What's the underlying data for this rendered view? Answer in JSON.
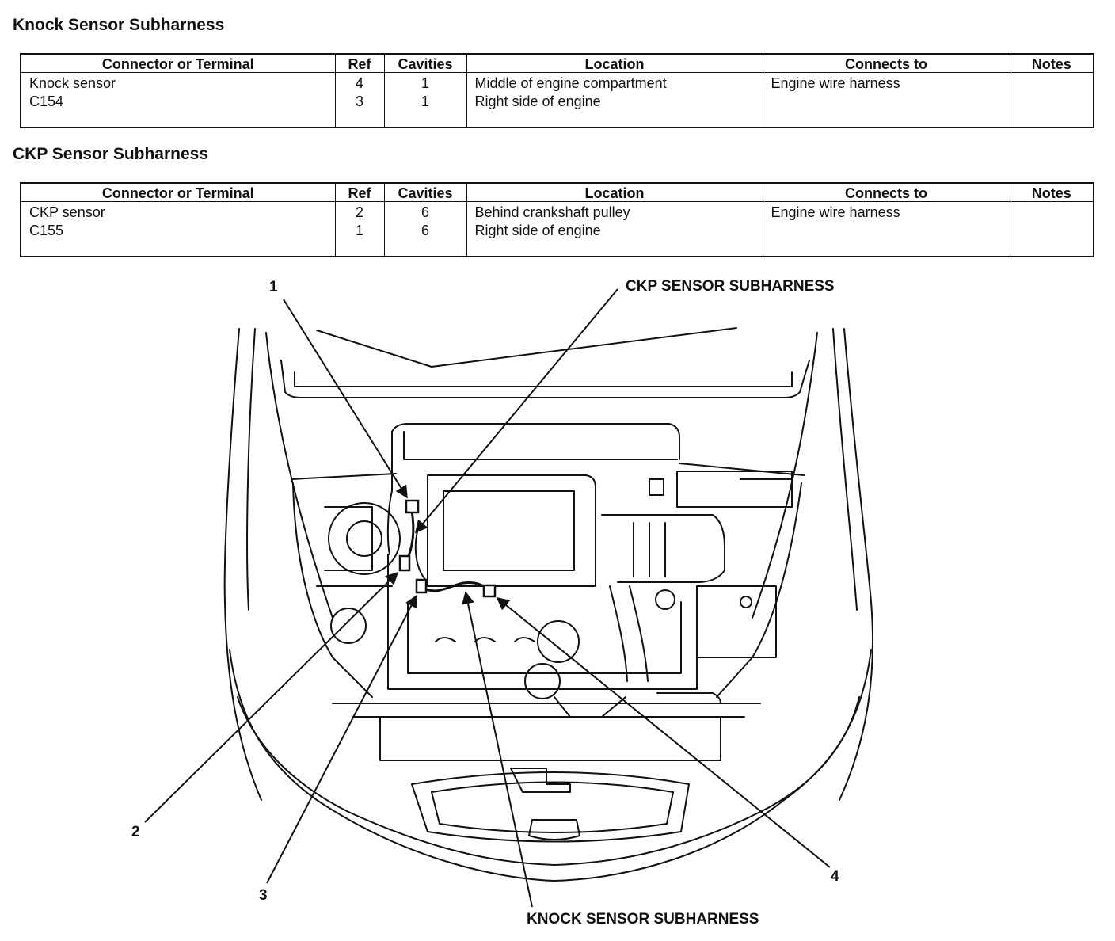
{
  "tables": [
    {
      "title": "Knock Sensor Subharness",
      "headers": [
        "Connector or Terminal",
        "Ref",
        "Cavities",
        "Location",
        "Connects to",
        "Notes"
      ],
      "rows": [
        [
          "Knock sensor",
          "4",
          "1",
          "Middle of engine compartment",
          "",
          ""
        ],
        [
          "C154",
          "3",
          "1",
          "Right side of engine",
          "Engine wire harness",
          ""
        ]
      ]
    },
    {
      "title": "CKP Sensor Subharness",
      "headers": [
        "Connector or Terminal",
        "Ref",
        "Cavities",
        "Location",
        "Connects to",
        "Notes"
      ],
      "rows": [
        [
          "CKP sensor",
          "2",
          "6",
          "Behind crankshaft pulley",
          "",
          ""
        ],
        [
          "C155",
          "1",
          "6",
          "Right side of engine",
          "Engine wire harness",
          ""
        ]
      ]
    }
  ],
  "diagram": {
    "callouts": {
      "ref1": "1",
      "ref2": "2",
      "ref3": "3",
      "ref4": "4",
      "ckp_subharness": "CKP SENSOR SUBHARNESS",
      "knock_subharness": "KNOCK SENSOR SUBHARNESS"
    }
  }
}
